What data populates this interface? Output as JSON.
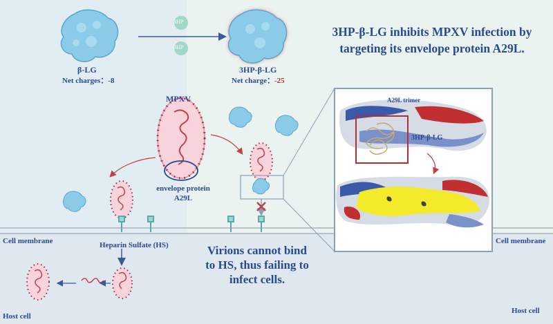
{
  "title": "3HP-β-LG inhibits MPXV infection by targeting its envelope protein A29L.",
  "left_protein": {
    "name": "β-LG",
    "charge_label": "Net charges：",
    "charge_value": "-8"
  },
  "right_protein": {
    "name": "3HP-β-LG",
    "charge_label": "Net charge：",
    "charge_value": "-25"
  },
  "reagent_labels": [
    "3HP",
    "3HP"
  ],
  "virus_label": "MPXV",
  "envelope_label": "envelope protein A29L",
  "hs_label": "Heparin Sulfate (HS)",
  "membrane_left": "Cell membrane",
  "membrane_right": "Cell membrane",
  "host_left": "Host cell",
  "host_right": "Host cell",
  "blocked_message": "Virions cannot bind to HS, thus failing to infect cells.",
  "inset": {
    "trimer_label": "A29L trimer",
    "ligand_label": "3HP-β-LG"
  },
  "colors": {
    "protein_blue": "#8ccbe8",
    "virion_pink": "#f7d3dc",
    "virion_dots": "#9a2a3c",
    "title_blue": "#2a4a90",
    "charge_red": "#b03030",
    "receptor_teal": "#5aa8a8"
  }
}
